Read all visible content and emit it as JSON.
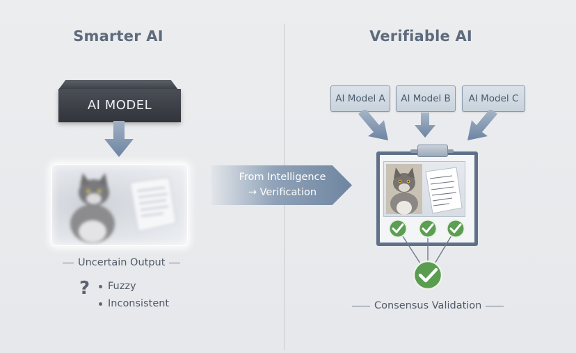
{
  "left": {
    "heading": "Smarter AI",
    "model_label": "AI MODEL",
    "caption": "Uncertain Output",
    "question_mark": "?",
    "bullets": [
      "Fuzzy",
      "Inconsistent"
    ]
  },
  "transition": {
    "line1": "From Intelligence",
    "line2": "→ Verification"
  },
  "right": {
    "heading": "Verifiable AI",
    "models": [
      "AI Model A",
      "AI Model B",
      "AI Model C"
    ],
    "caption": "Consensus Validation"
  },
  "icons": {
    "check": "check-icon",
    "cat": "cat-image-icon",
    "document": "document-icon",
    "arrow": "arrow-down-icon"
  },
  "colors": {
    "accent_blue": "#6f85a0",
    "arrow_blue": "#6d84a2",
    "check_green": "#5c9e52",
    "dark_model": "#3a3d44"
  }
}
